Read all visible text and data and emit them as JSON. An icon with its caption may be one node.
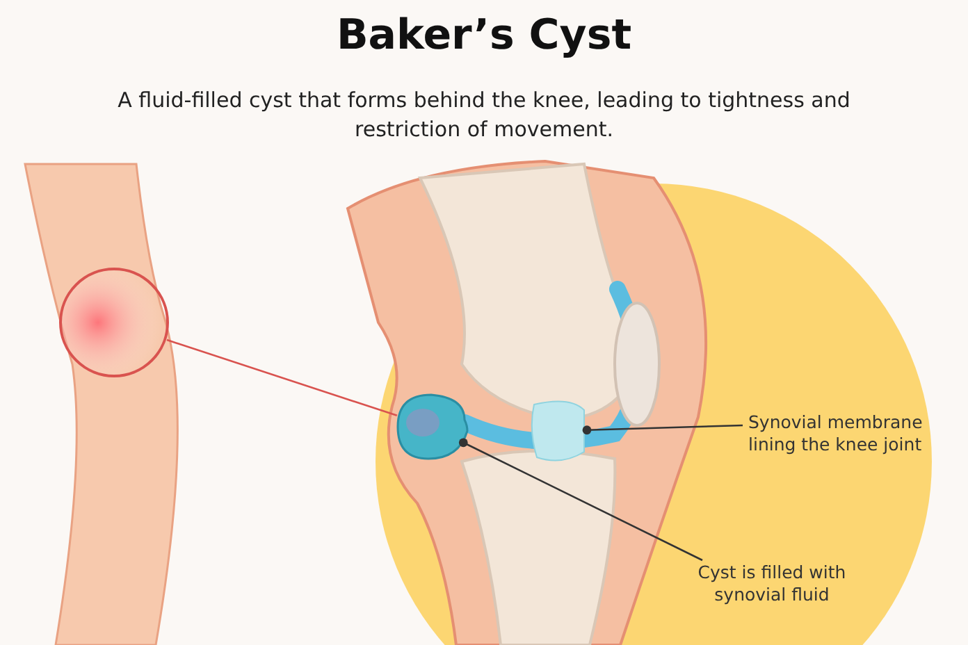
{
  "diagram": {
    "title": "Baker’s Cyst",
    "nodes": [
      {
        "text": [],
        "shape": "circle"
      },
      {
        "text": [],
        "shape": "picture"
      },
      {
        "text": [],
        "shape": "box"
      },
      {
        "text": [
          "Synovial membrane lining the knee joint"
        ]
      },
      {
        "text": [
          "Cyst is filled with synovial fluid"
        ]
      }
    ],
    "edges": [
      {
        "from": 0,
        "to": 1,
        "arrow": "none",
        "color": "#d9534f"
      },
      {
        "from": 3,
        "to": 2,
        "arrow": "other"
      },
      {
        "from": 4,
        "to": 1,
        "arrow": "other"
      }
    ],
    "labels": [
      "A fluid-filled cyst that forms behind the knee, leading to tightness and restriction of movement."
    ]
  }
}
